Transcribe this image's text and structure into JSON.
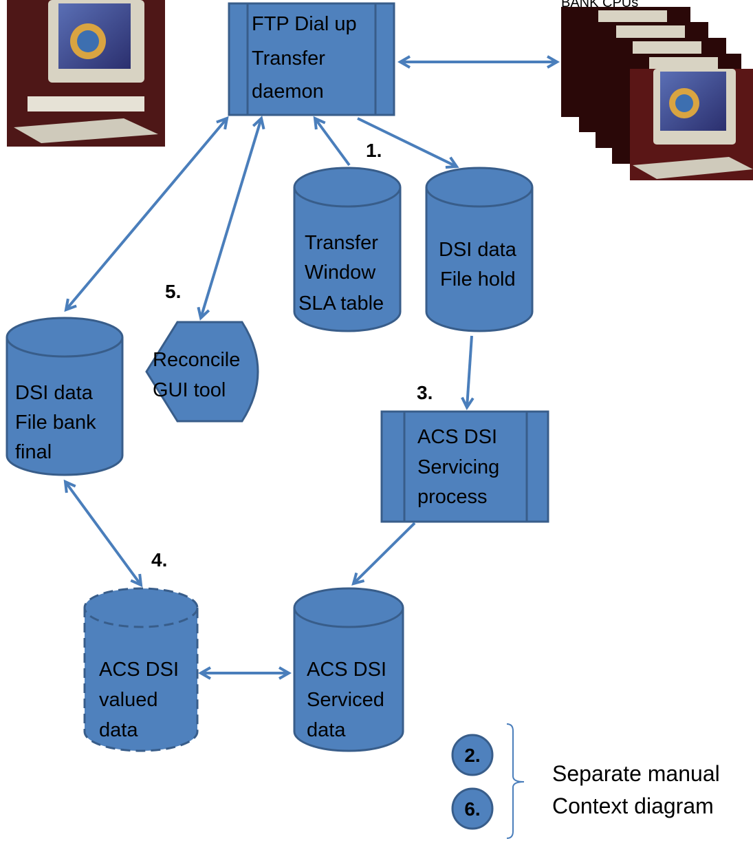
{
  "computers": {
    "left_name": "computer-left",
    "right_label": "BANK CPUs"
  },
  "ftp_daemon": {
    "lines": [
      "FTP Dial up",
      "Transfer",
      "daemon"
    ]
  },
  "transfer_window_table": {
    "lines": [
      "Transfer",
      "Window",
      "SLA table"
    ]
  },
  "dsi_file_hold": {
    "lines": [
      "DSI data",
      "File hold"
    ]
  },
  "dsi_file_bank_final": {
    "lines": [
      "DSI data",
      "File bank",
      "final"
    ]
  },
  "reconcile_gui_tool": {
    "lines": [
      "Reconcile",
      "GUI tool"
    ]
  },
  "acs_servicing_process": {
    "lines": [
      "ACS  DSI",
      "Servicing",
      "process"
    ]
  },
  "acs_valued_data": {
    "lines": [
      "ACS  DSI",
      "valued",
      "data"
    ]
  },
  "acs_serviced_data": {
    "lines": [
      "ACS  DSI",
      "Serviced",
      "data"
    ]
  },
  "step_labels": {
    "step1": "1.",
    "step3": "3.",
    "step4": "4.",
    "step5": "5."
  },
  "circled_steps": [
    "2.",
    "6."
  ],
  "note": {
    "lines": [
      "Separate manual",
      "Context diagram"
    ]
  },
  "colors": {
    "shape_fill": "#4f81bd",
    "shape_stroke": "#385d8a",
    "connector": "#4a7ebb"
  }
}
